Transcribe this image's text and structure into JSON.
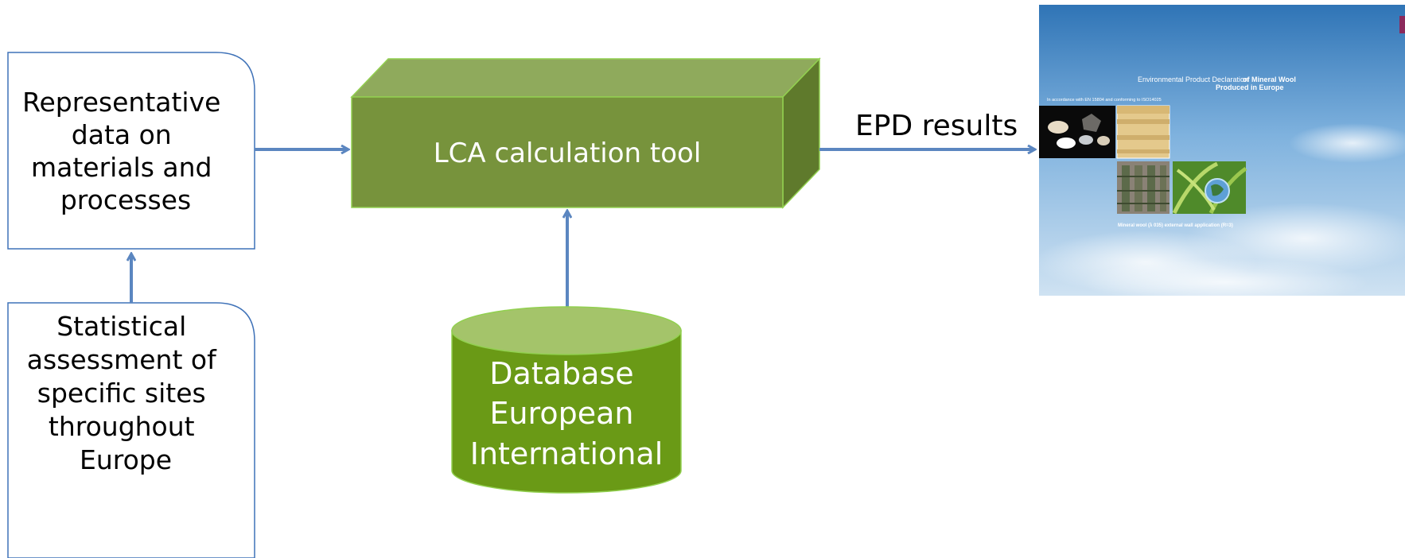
{
  "boxes": {
    "representative": {
      "lines": [
        "Representative",
        "data on",
        "materials and",
        "processes"
      ]
    },
    "statistical": {
      "lines": [
        "Statistical",
        "assessment of",
        "specific sites",
        "throughout",
        "Europe"
      ]
    }
  },
  "lca_tool": {
    "label": "LCA calculation tool"
  },
  "database": {
    "lines": [
      "Database",
      "European",
      "International"
    ]
  },
  "edge_epd": {
    "label": "EPD results"
  },
  "epd_cover": {
    "title_regular": "Environmental Product Declaration",
    "title_bold_1": "of Mineral Wool",
    "title_bold_2": "Produced in Europe",
    "subtitle": "In accordance with EN 15804 and conforming to ISO14025",
    "caption": "Mineral wool (λ 035) external wall application (R=3)"
  },
  "colors": {
    "box_border": "#3f72b8",
    "arrow": "#5b86c0",
    "cube_front": "#77933c",
    "cube_top": "#8faa5c",
    "cube_side": "#5f7a2c",
    "cylinder": "#6a9a16",
    "cylinder_top": "#a4c46a",
    "cover_sky": "#5b9ad0"
  }
}
